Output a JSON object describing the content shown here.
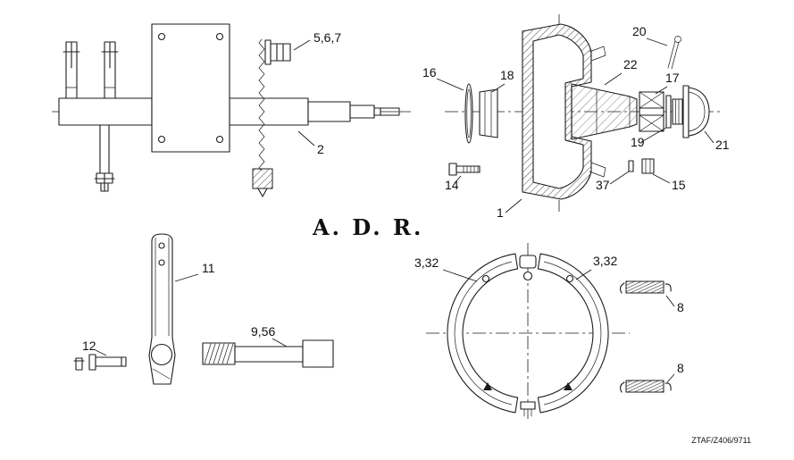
{
  "title": "A. D. R.",
  "doc_code": "ZTAF/Z406/9711",
  "callouts": {
    "kingpin_kit": "5,6,7",
    "axle_beam": "2",
    "washer_16": "16",
    "seal_18": "18",
    "hub_cone_22": "22",
    "bearing_17": "17",
    "cotter_pin_20": "20",
    "washer_19": "19",
    "hub_cap_21": "21",
    "bolt_14": "14",
    "washer_37": "37",
    "nut_15": "15",
    "brake_drum_1": "1",
    "lever_arm_11": "11",
    "pin_12": "12",
    "camshaft_9_56": "9,56",
    "brake_shoe_left": "3,32",
    "brake_shoe_right": "3,32",
    "return_spring_top": "8",
    "return_spring_bottom": "8"
  }
}
